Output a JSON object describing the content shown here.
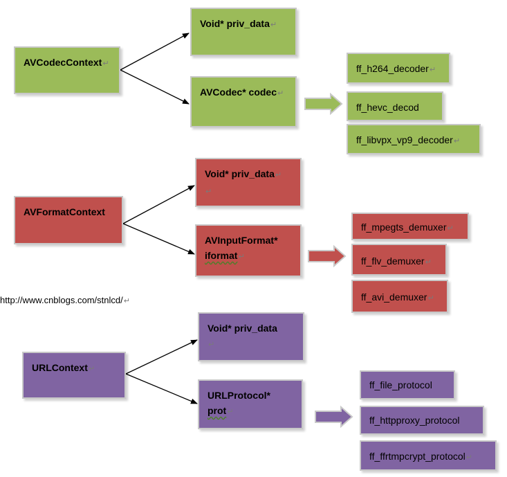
{
  "colors": {
    "green": "#9bbb59",
    "red": "#c0504d",
    "purple": "#8064a2"
  },
  "return_mark": "↵",
  "url": "http://www.cnblogs.com/stnlcd/",
  "codec": {
    "root": "AVCodecContext",
    "priv": "Void* priv_data",
    "field": "AVCodec* codec",
    "items": [
      "ff_h264_decoder",
      "ff_hevc_decod",
      "ff_libvpx_vp9_decoder"
    ]
  },
  "format": {
    "root": "AVFormatContext",
    "priv": "Void* priv_data",
    "field_line1": "AVInputFormat*",
    "field_line2": "iformat",
    "items": [
      "ff_mpegts_demuxer",
      "ff_flv_demuxer",
      "ff_avi_demuxer"
    ]
  },
  "url_ctx": {
    "root": "URLContext",
    "priv": "Void* priv_data",
    "field_line1": "URLProtocol*",
    "field_line2": "prot",
    "items": [
      "ff_file_protocol",
      "ff_httpproxy_protocol",
      "ff_ffrtmpcrypt_protocol"
    ]
  }
}
